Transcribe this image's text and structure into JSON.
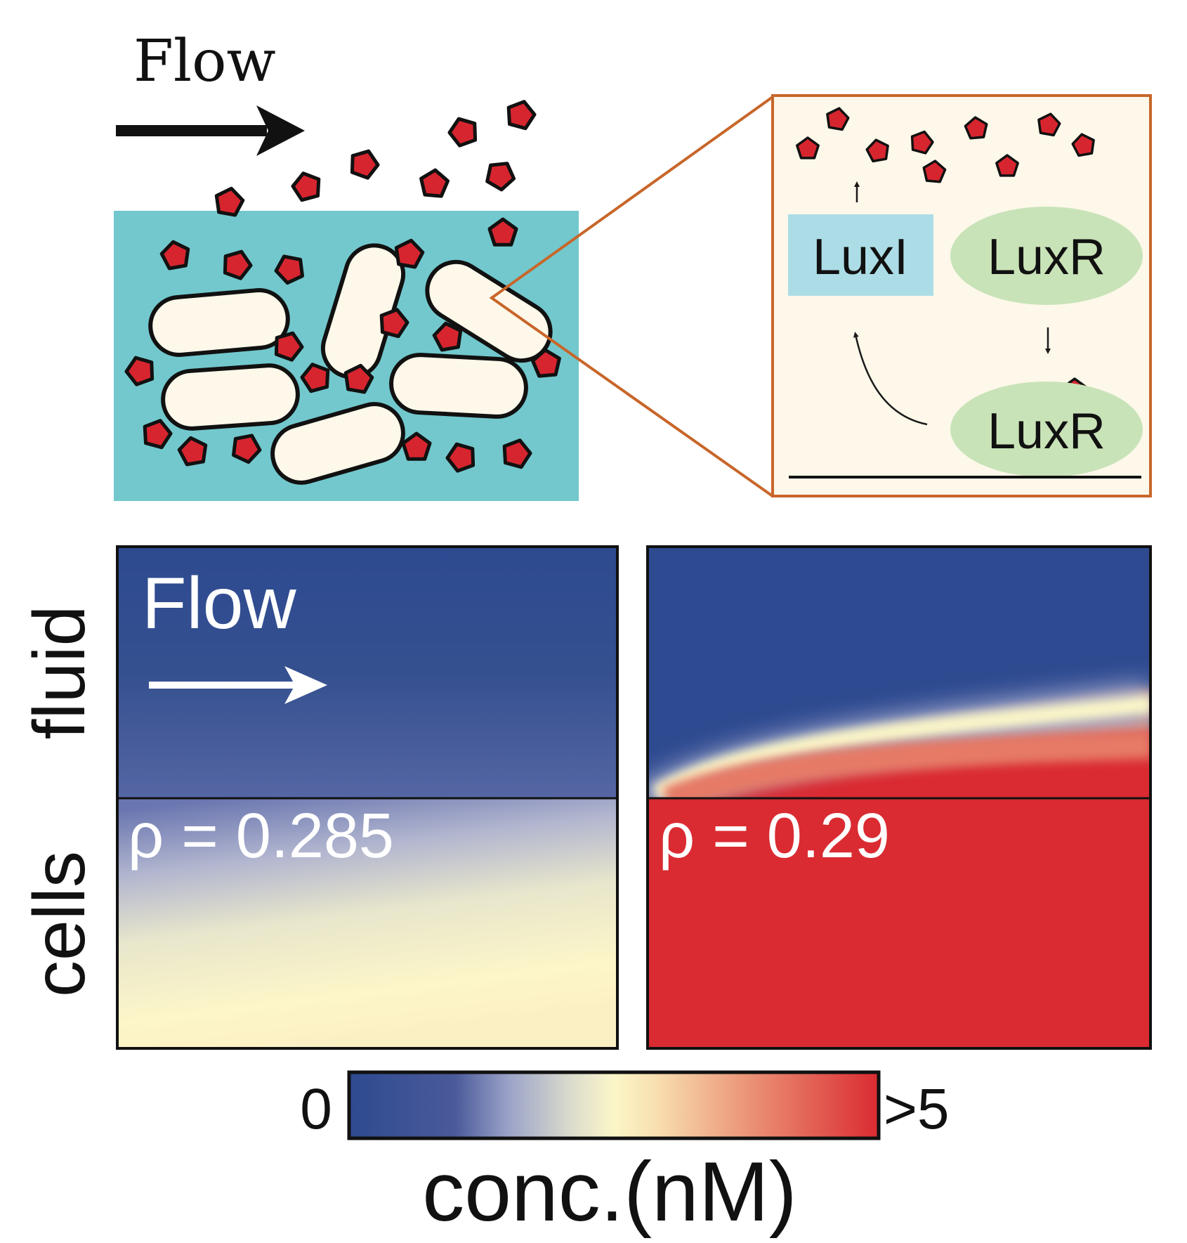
{
  "top": {
    "flow_label": "Flow"
  },
  "inset": {
    "luxi_label": "LuxI",
    "luxr_top_label": "LuxR",
    "luxr_bottom_label": "LuxR"
  },
  "panels": {
    "flow_label": "Flow",
    "fluid_label": "fluid",
    "cells_label": "cells",
    "left_rho": "ρ = 0.285",
    "right_rho": "ρ = 0.29"
  },
  "colorbar": {
    "min_label": "0",
    "max_label": ">5",
    "title": "conc.(nM)"
  },
  "colors": {
    "fluid_box": "#72c8cd",
    "cell_fill": "#fdf8e9",
    "molecule": "#d7252f",
    "inset_border": "#c8662a",
    "inset_bg": "#fdf8e9",
    "luxi_box": "#acdde6",
    "luxr_ellipse": "#c9e3b8",
    "cmap_blue": "#2e4a90",
    "cmap_light": "#fbf6c8",
    "cmap_red": "#da2b32"
  }
}
